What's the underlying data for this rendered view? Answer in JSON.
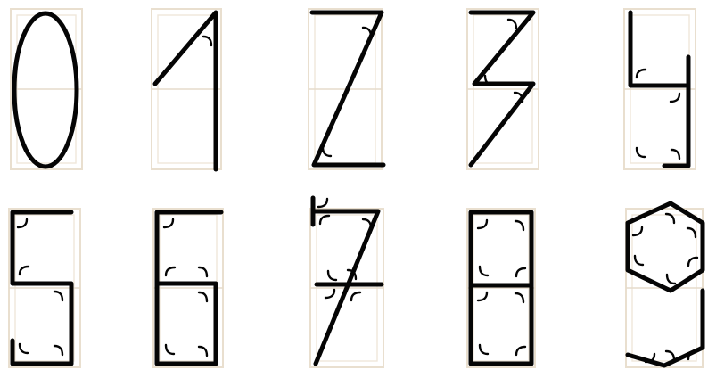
{
  "figure": {
    "rows": 2,
    "columns": 5,
    "stroke_color": "#050505",
    "frame_color": "#e9dfcf",
    "background_color": "#ffffff"
  },
  "digits": [
    {
      "digit": "0",
      "angle_marks": 0
    },
    {
      "digit": "1",
      "angle_marks": 1
    },
    {
      "digit": "2",
      "angle_marks": 2
    },
    {
      "digit": "3",
      "angle_marks": 3
    },
    {
      "digit": "4",
      "angle_marks": 4
    },
    {
      "digit": "5",
      "angle_marks": 5
    },
    {
      "digit": "6",
      "angle_marks": 6
    },
    {
      "digit": "7",
      "angle_marks": 7
    },
    {
      "digit": "8",
      "angle_marks": 8
    },
    {
      "digit": "9",
      "angle_marks": 9
    }
  ]
}
